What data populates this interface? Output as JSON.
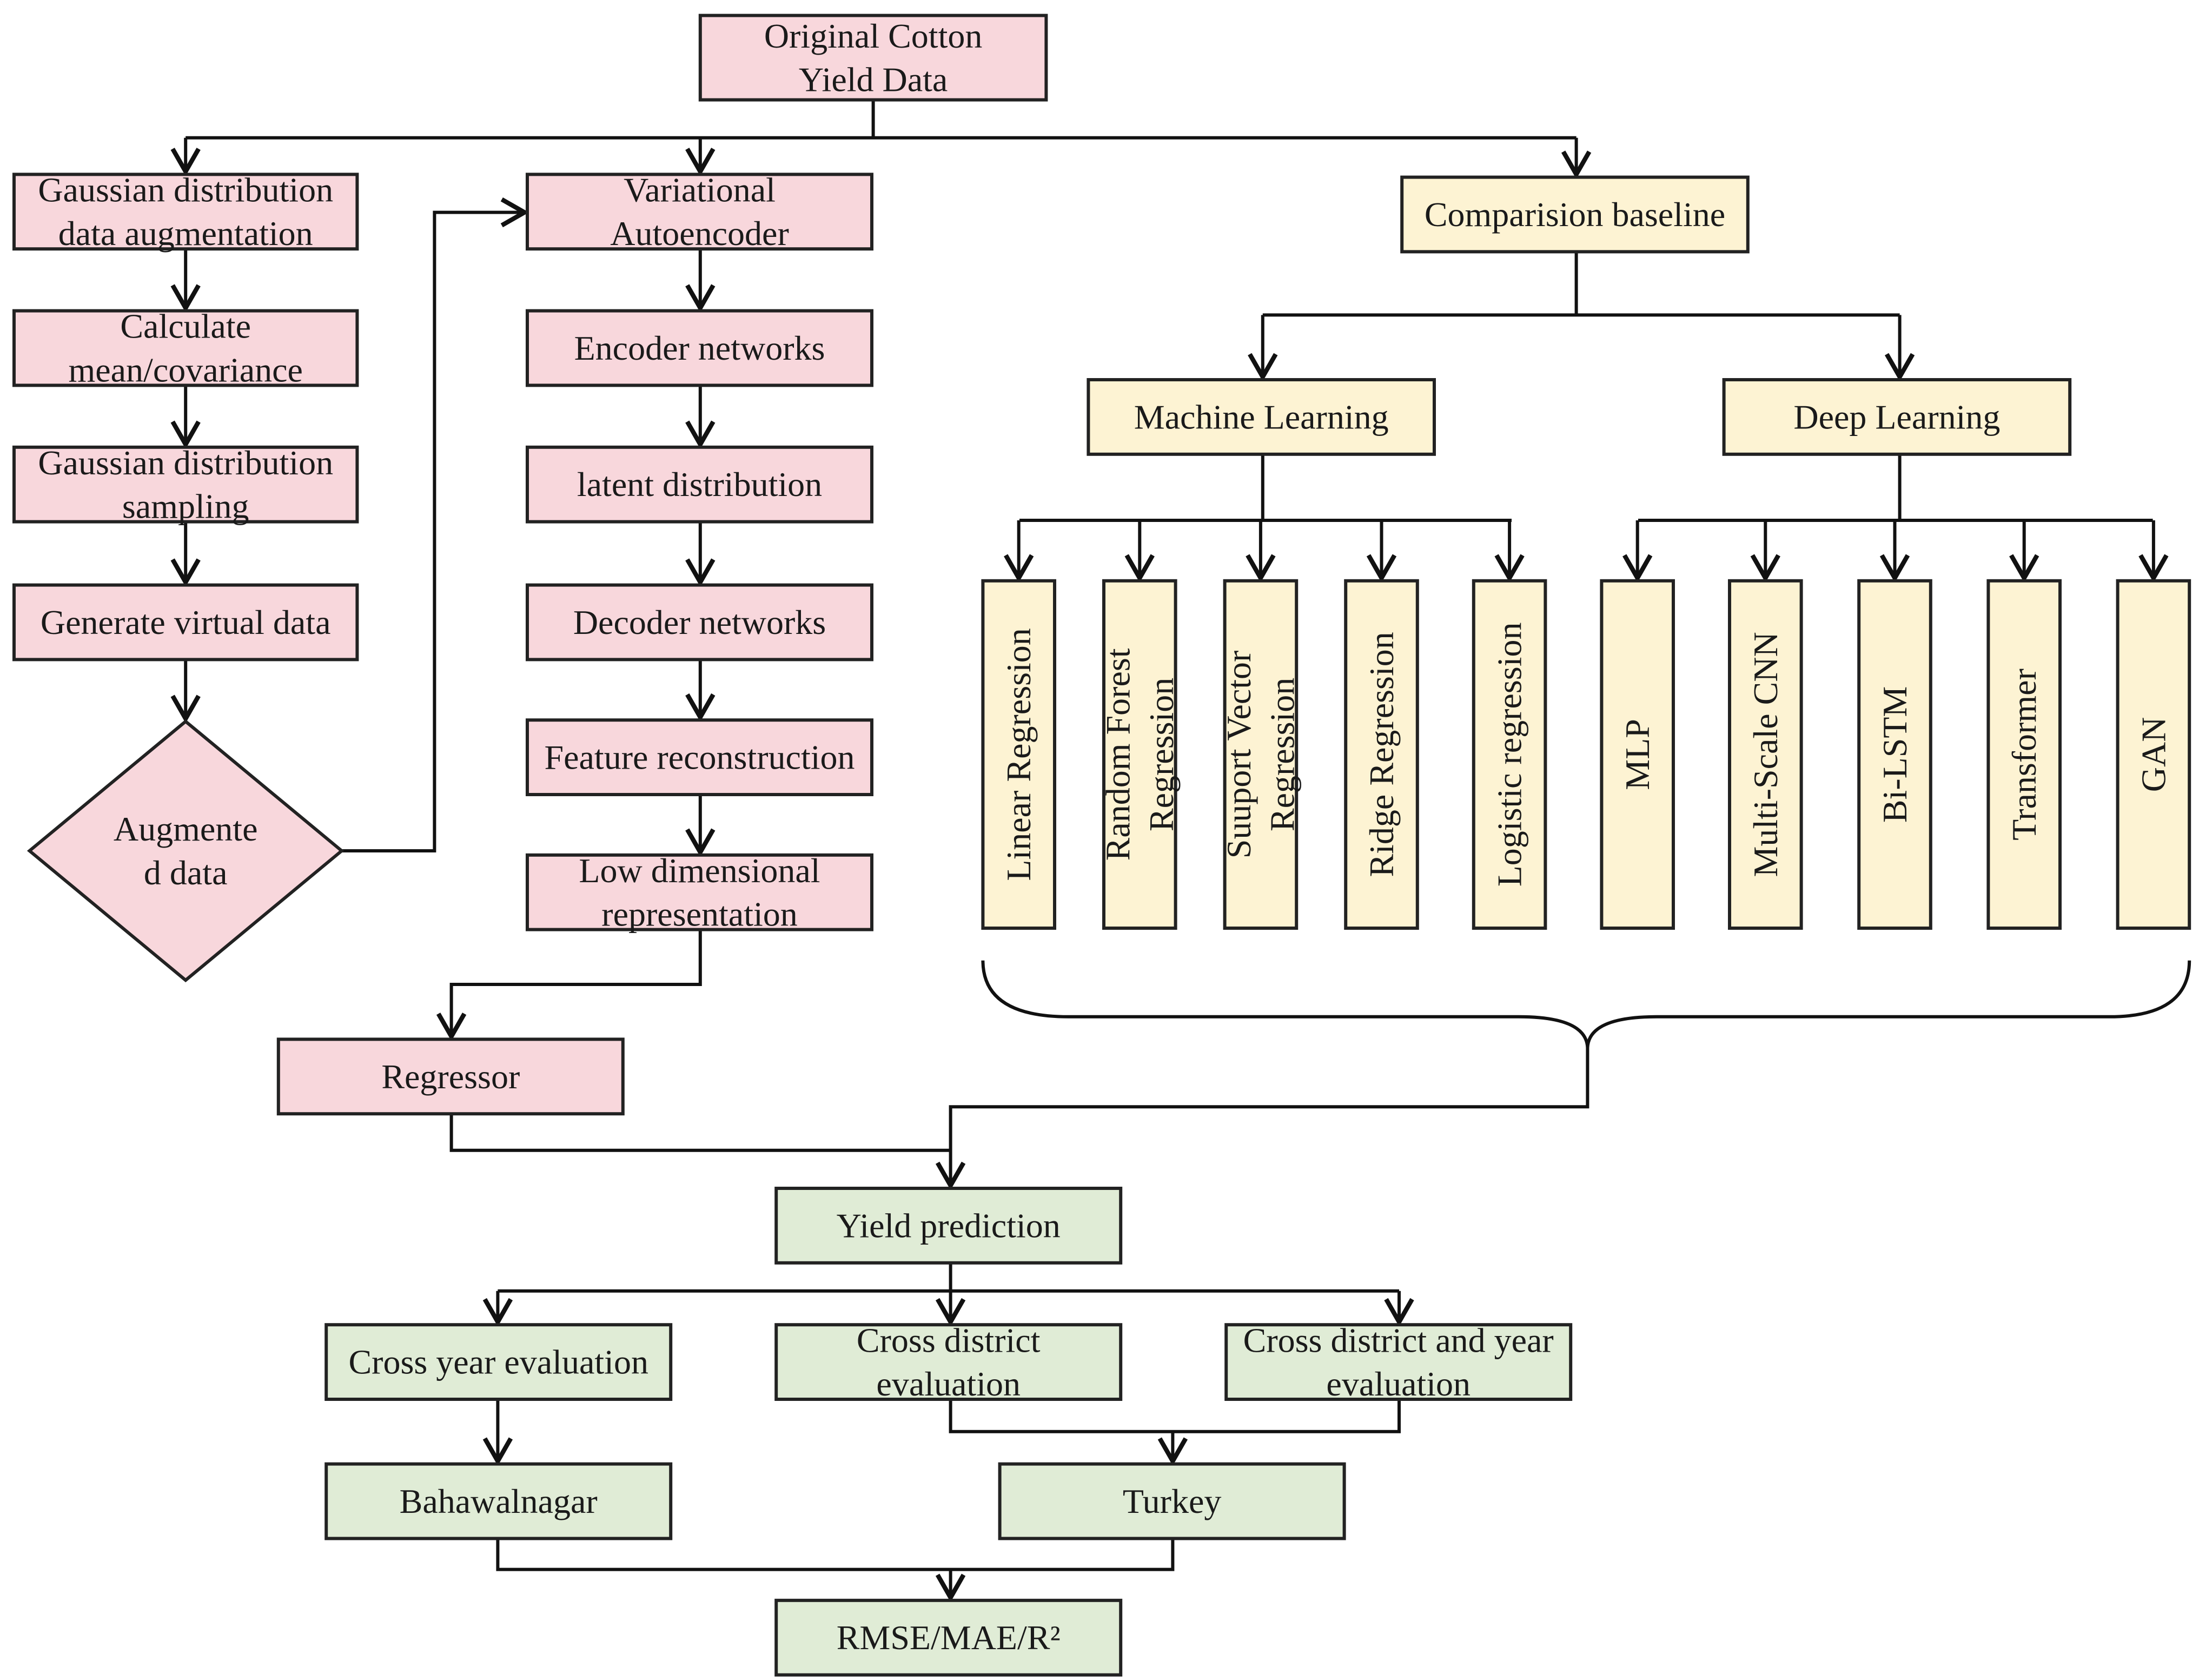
{
  "colors": {
    "vae_fill": "#f8d7dc",
    "baseline_fill": "#fdf3d3",
    "eval_fill": "#e0ecd6",
    "line": "#111111"
  },
  "nodes": {
    "original": [
      "Original Cotton",
      "Yield Data"
    ],
    "gauss_aug": [
      "Gaussian distribution",
      "data augmentation"
    ],
    "calc_mean": [
      "Calculate",
      "mean/covariance"
    ],
    "gauss_sampling": [
      "Gaussian distribution",
      "sampling"
    ],
    "generate_virtual": [
      "Generate virtual data"
    ],
    "augmented": [
      "Augmente",
      "d data"
    ],
    "vae": [
      "Variational",
      "Autoencoder"
    ],
    "encoder": [
      "Encoder networks"
    ],
    "latent": [
      "latent distribution"
    ],
    "decoder": [
      "Decoder networks"
    ],
    "feature_recon": [
      "Feature reconstruction"
    ],
    "low_dim": [
      "Low dimensional",
      "representation"
    ],
    "regressor": [
      "Regressor"
    ],
    "comparision": [
      "Comparision baseline"
    ],
    "machine_learning": [
      "Machine Learning"
    ],
    "deep_learning": [
      "Deep Learning"
    ],
    "yield_prediction": [
      "Yield prediction"
    ],
    "cross_year": [
      "Cross year evaluation"
    ],
    "cross_district": [
      "Cross district",
      "evaluation"
    ],
    "cross_district_year": [
      "Cross district and year",
      "evaluation"
    ],
    "bahawalnagar": [
      "Bahawalnagar"
    ],
    "turkey": [
      "Turkey"
    ],
    "metrics": [
      "RMSE/MAE/R²"
    ]
  },
  "ml_models": [
    [
      "Linear Regression"
    ],
    [
      "Random Forest",
      "Regression"
    ],
    [
      "Suuport Vector",
      "Regression"
    ],
    [
      "Ridge Regression"
    ],
    [
      "Logistic regression"
    ]
  ],
  "dl_models": [
    [
      "MLP"
    ],
    [
      "Multi-Scale CNN"
    ],
    [
      "Bi-LSTM"
    ],
    [
      "Transformer"
    ],
    [
      "GAN"
    ]
  ]
}
